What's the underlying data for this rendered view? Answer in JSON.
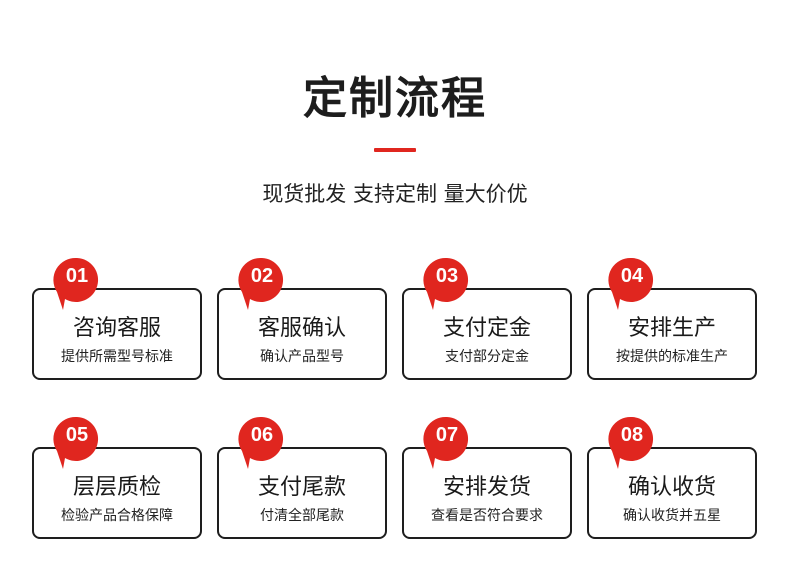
{
  "header": {
    "title": "定制流程",
    "subtitle": "现货批发  支持定制  量大价优"
  },
  "accent_color": "#e0261f",
  "steps": [
    {
      "num": "01",
      "name": "咨询客服",
      "desc": "提供所需型号标准"
    },
    {
      "num": "02",
      "name": "客服确认",
      "desc": "确认产品型号"
    },
    {
      "num": "03",
      "name": "支付定金",
      "desc": "支付部分定金"
    },
    {
      "num": "04",
      "name": "安排生产",
      "desc": "按提供的标准生产"
    },
    {
      "num": "05",
      "name": "层层质检",
      "desc": "检验产品合格保障"
    },
    {
      "num": "06",
      "name": "支付尾款",
      "desc": "付清全部尾款"
    },
    {
      "num": "07",
      "name": "安排发货",
      "desc": "查看是否符合要求"
    },
    {
      "num": "08",
      "name": "确认收货",
      "desc": "确认收货并五星"
    }
  ]
}
